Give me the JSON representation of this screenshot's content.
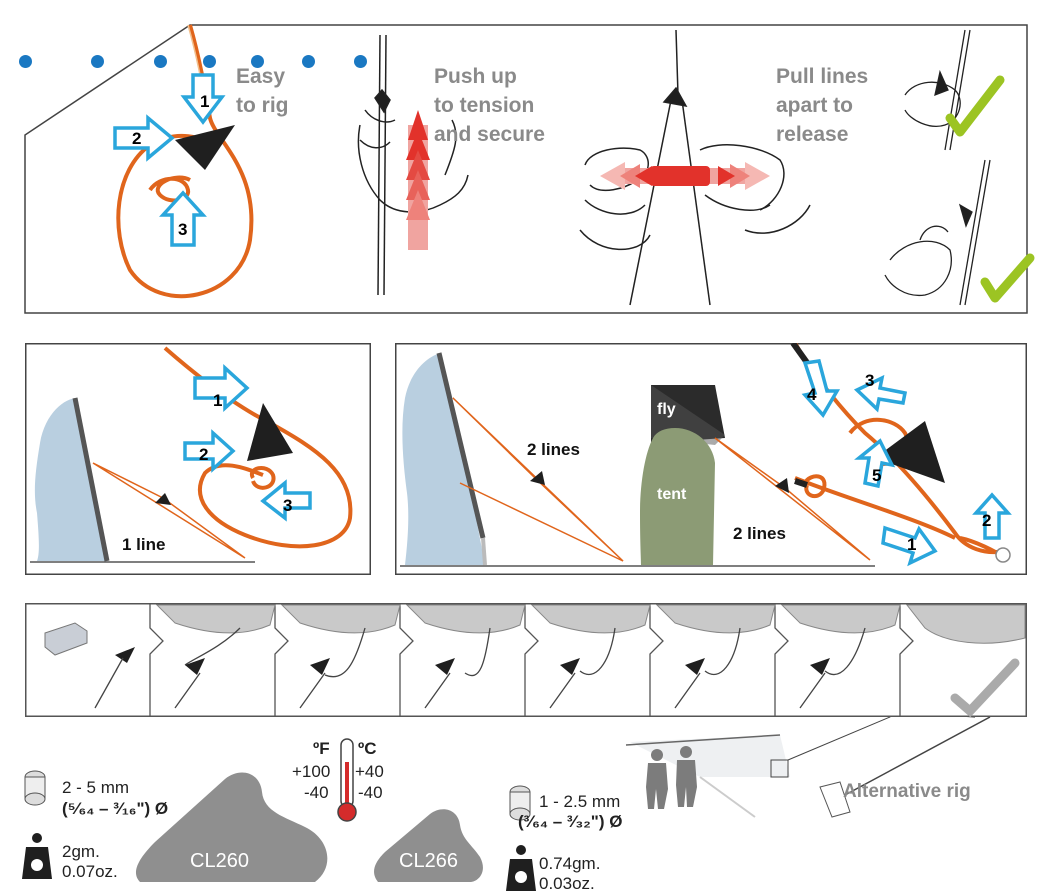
{
  "top_panel": {
    "dots": [
      1,
      2,
      3,
      4,
      5,
      6,
      7
    ],
    "step1_title": [
      "Easy",
      "to rig"
    ],
    "step_numbers": [
      "1",
      "2",
      "3"
    ],
    "step2_title": [
      "Push up",
      "to tension",
      "and secure"
    ],
    "step3_title": [
      "Pull lines",
      "apart to",
      "release"
    ]
  },
  "left_panel": {
    "label": "1 line",
    "step_numbers": [
      "1",
      "2",
      "3"
    ]
  },
  "right_panel": {
    "label_top": "2 lines",
    "label_bottom": "2 lines",
    "fly_label": "fly",
    "tent_label": "tent",
    "step_numbers": [
      "1",
      "2",
      "3",
      "4",
      "5"
    ]
  },
  "sequence_strip": {
    "frames": 8
  },
  "specs": {
    "cl260": {
      "name": "CL260",
      "diameter_mm": "2 - 5 mm",
      "diameter_in": "(⁵⁄₆₄ – ³⁄₁₆\") Ø",
      "weight_g": "2gm.",
      "weight_oz": "0.07oz."
    },
    "cl266": {
      "name": "CL266",
      "diameter_mm": "1 - 2.5 mm",
      "diameter_in": "(³⁄₆₄ – ³⁄₃₂\") Ø",
      "weight_g": "0.74gm.",
      "weight_oz": "0.03oz."
    },
    "temperature": {
      "f_label": "ºF",
      "c_label": "ºC",
      "f_high": "+100",
      "f_low": "-40",
      "c_high": "+40",
      "c_low": "-40"
    },
    "alternative_rig": "Alternative rig"
  },
  "colors": {
    "cord": "#e0651c",
    "arrow_blue": "#2aa6dc",
    "red_arrow": "#e2322b",
    "tent_green": "#8c9b75",
    "wall_blue": "#b9cfe0",
    "check_green": "#9cc423",
    "grey_text": "#8a8a8a",
    "dot_blue": "#1a78c2"
  }
}
